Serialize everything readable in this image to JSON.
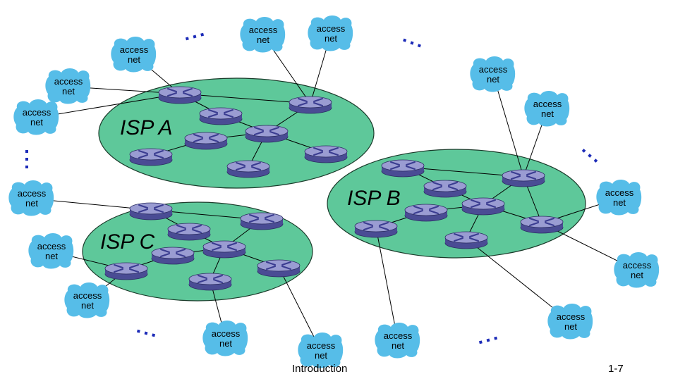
{
  "colors": {
    "isp_fill": "#5ec89a",
    "isp_stroke": "#1a3a2a",
    "cloud_fill": "#56bde8",
    "router_top": "#9a9cd2",
    "router_side": "#4a4c94",
    "dots": "#1c2bb8",
    "link": "#000000"
  },
  "router_icon": "router-icon",
  "cloud_icon": "access-net-cloud-icon",
  "isps": [
    {
      "id": "isp-a",
      "label": "ISP A"
    },
    {
      "id": "isp-b",
      "label": "ISP B"
    },
    {
      "id": "isp-c",
      "label": "ISP C"
    }
  ],
  "access_net": {
    "line1": "access",
    "line2": "net"
  },
  "ellipsis": "…",
  "footer": {
    "title": "Introduction",
    "page": "1-7"
  }
}
